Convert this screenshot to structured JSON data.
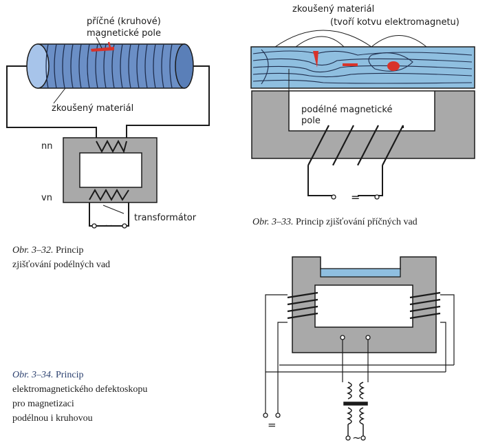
{
  "colors": {
    "coil_blue": "#6b8fc6",
    "material_blue": "#8fbfe0",
    "core_gray": "#a9a9a9",
    "defect_red": "#d8332a",
    "line": "#1a1a1a",
    "caption_blue": "#2a3f6e"
  },
  "fig32": {
    "label_cross_field_1": "příčné (kruhové)",
    "label_cross_field_2": "magnetické pole",
    "label_material": "zkoušený materiál",
    "label_nn": "nn",
    "label_vn": "vn",
    "label_transformer": "transformátor",
    "label_ac": "~",
    "caption_num": "Obr. 3–32.",
    "caption_1": "Princip",
    "caption_2": "zjišťování podélných vad"
  },
  "fig33": {
    "label_material_1": "zkoušený materiál",
    "label_material_2": "(tvoří kotvu elektromagnetu)",
    "label_field_1": "podélné magnetické",
    "label_field_2": "pole",
    "label_dc": "=",
    "caption_num": "Obr. 3–33.",
    "caption_text": "Princip zjišťování příčných vad"
  },
  "fig34": {
    "label_dc": "=",
    "label_ac": "~",
    "caption_num": "Obr. 3–34.",
    "caption_1": "Princip",
    "caption_2": "elektromagnetického defektoskopu",
    "caption_3": "pro magnetizaci",
    "caption_4": "podélnou i kruhovou"
  }
}
